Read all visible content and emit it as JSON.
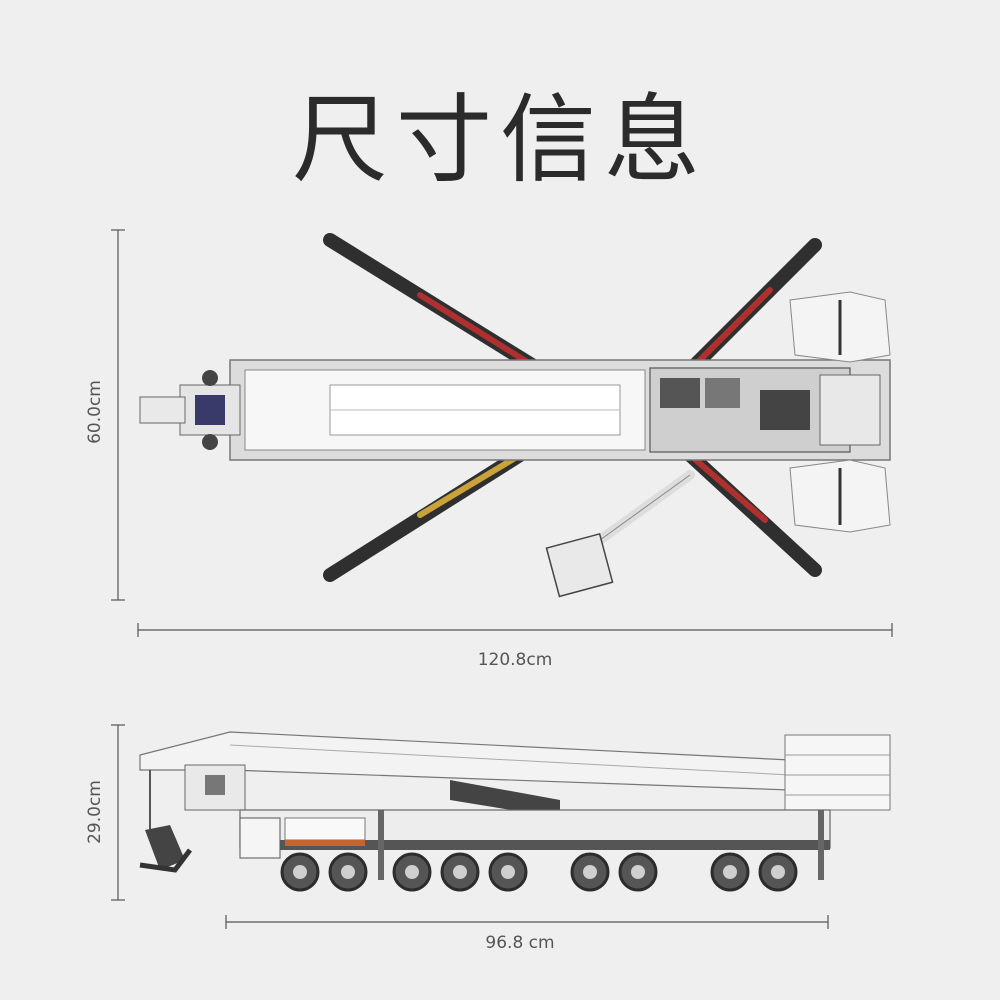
{
  "page": {
    "title": "尺寸信息"
  },
  "top_view": {
    "height_label": "60.0cm",
    "width_label": "120.8cm"
  },
  "side_view": {
    "height_label": "29.0cm",
    "width_label": "96.8 cm"
  },
  "colors": {
    "background": "#efefef",
    "dimension_line": "#555555",
    "model_white": "#f7f7f7",
    "model_dark": "#333333",
    "model_grey": "#9a9a9a",
    "accent_red": "#b03030"
  }
}
